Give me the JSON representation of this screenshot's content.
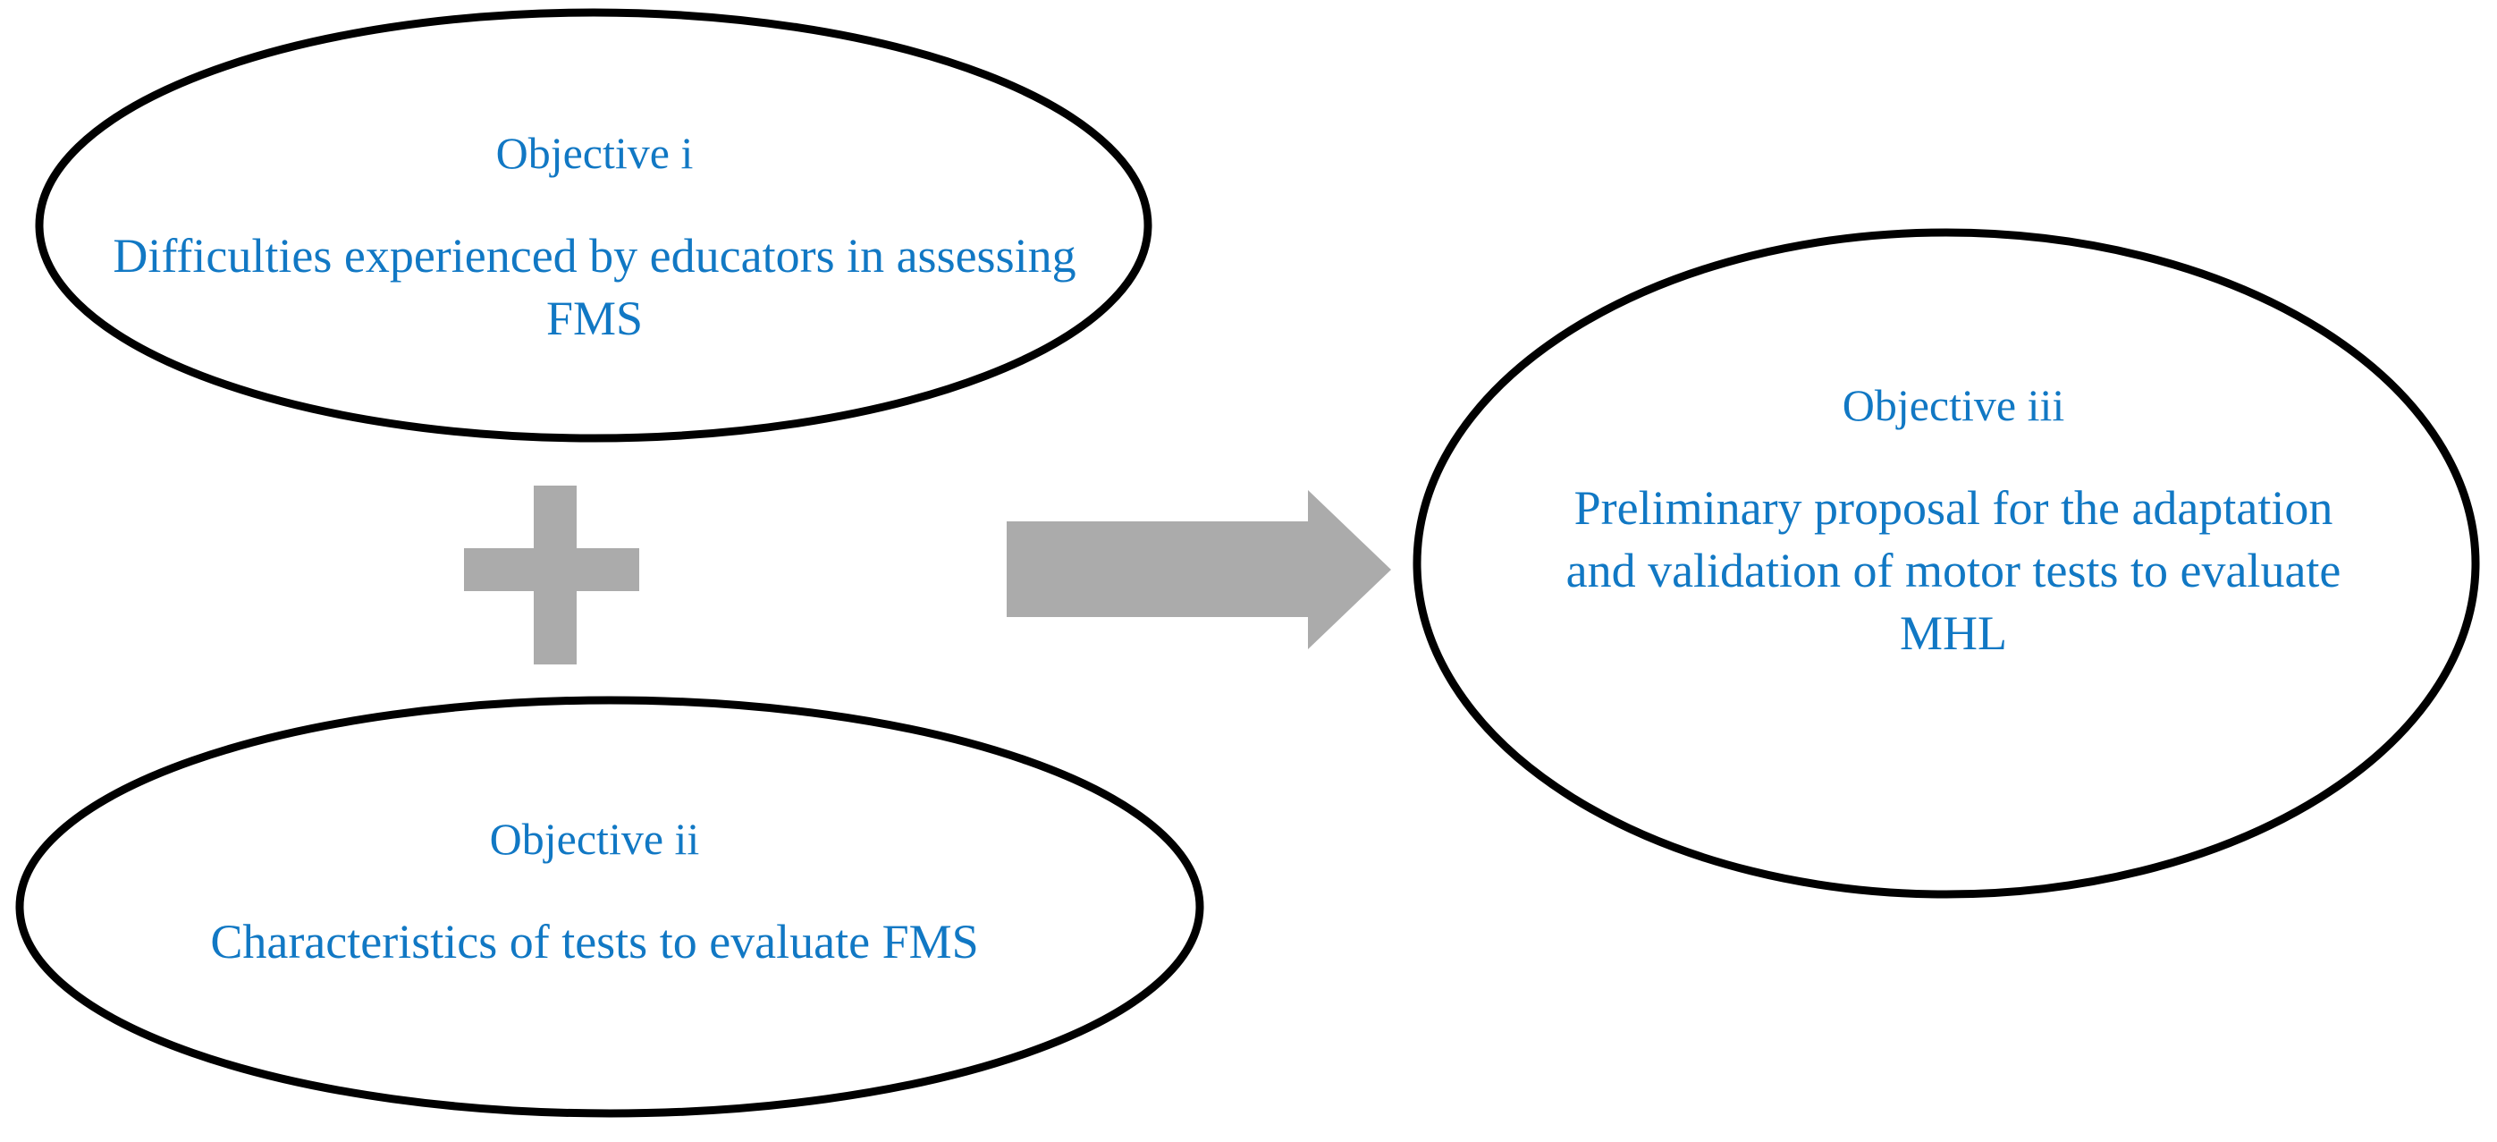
{
  "diagram": {
    "type": "flow-diagram",
    "background_color": "#ffffff",
    "text_color": "#1178c4",
    "shape_stroke_color": "#000000",
    "connector_color": "#ababab",
    "nodes": [
      {
        "id": "objective-i",
        "shape": "ellipse",
        "title": "Objective i",
        "body": "Difficulties experienced by educators in assessing FMS"
      },
      {
        "id": "objective-ii",
        "shape": "ellipse",
        "title": "Objective ii",
        "body": "Characteristics of tests to evaluate FMS"
      },
      {
        "id": "objective-iii",
        "shape": "ellipse",
        "title": "Objective iii",
        "body": "Preliminary proposal for the adaptation and validation of motor tests to evaluate MHL"
      }
    ],
    "connectors": [
      {
        "id": "plus-connector",
        "kind": "plus-sign",
        "symbol": "+",
        "color": "#ababab",
        "from": "objective-i",
        "to": "objective-ii"
      },
      {
        "id": "arrow-connector",
        "kind": "right-arrow",
        "symbol": "→",
        "color": "#ababab",
        "from": "objective-i + objective-ii",
        "to": "objective-iii"
      }
    ]
  }
}
